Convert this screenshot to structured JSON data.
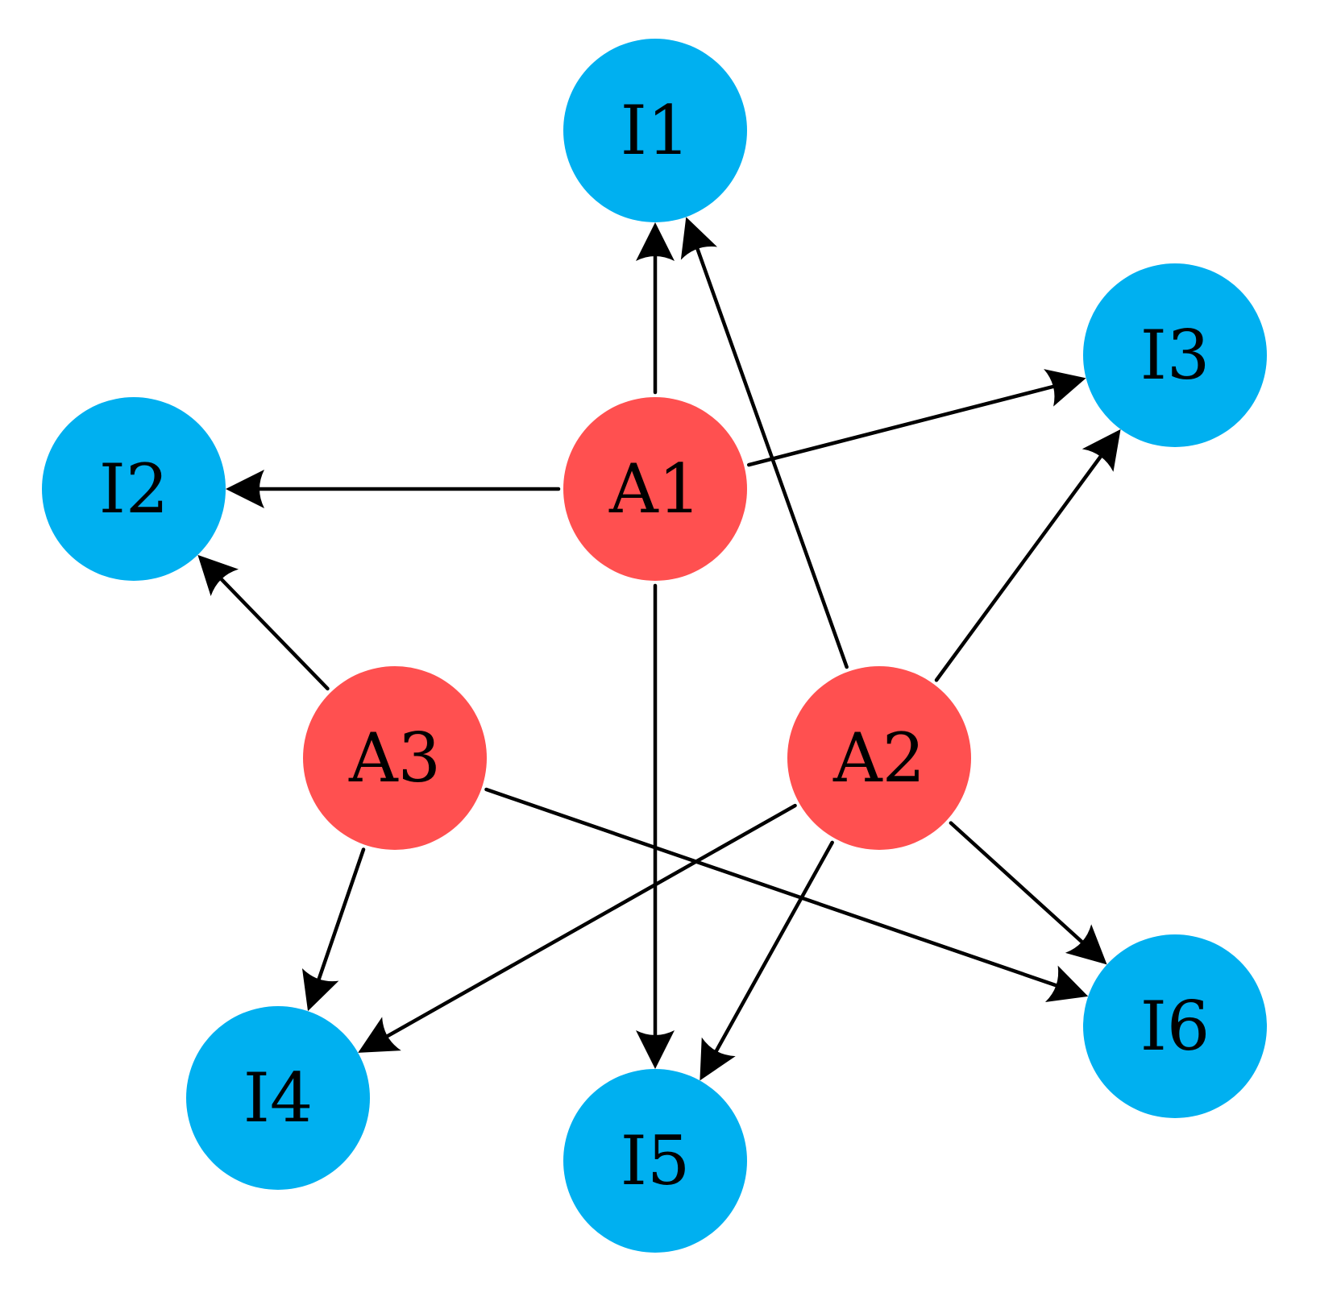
{
  "colors": {
    "agent_node": "#FF5050",
    "item_node": "#00B0F0",
    "edge": "#000000"
  },
  "nodes": [
    {
      "id": "I1",
      "label": "I1",
      "kind": "item"
    },
    {
      "id": "I2",
      "label": "I2",
      "kind": "item"
    },
    {
      "id": "I3",
      "label": "I3",
      "kind": "item"
    },
    {
      "id": "I4",
      "label": "I4",
      "kind": "item"
    },
    {
      "id": "I5",
      "label": "I5",
      "kind": "item"
    },
    {
      "id": "I6",
      "label": "I6",
      "kind": "item"
    },
    {
      "id": "A1",
      "label": "A1",
      "kind": "agent"
    },
    {
      "id": "A2",
      "label": "A2",
      "kind": "agent"
    },
    {
      "id": "A3",
      "label": "A3",
      "kind": "agent"
    }
  ],
  "edges": [
    {
      "from": "A1",
      "to": "I1"
    },
    {
      "from": "A1",
      "to": "I2"
    },
    {
      "from": "A1",
      "to": "I3"
    },
    {
      "from": "A1",
      "to": "I5"
    },
    {
      "from": "A2",
      "to": "I1"
    },
    {
      "from": "A2",
      "to": "I3"
    },
    {
      "from": "A2",
      "to": "I4"
    },
    {
      "from": "A2",
      "to": "I5"
    },
    {
      "from": "A2",
      "to": "I6"
    },
    {
      "from": "A3",
      "to": "I2"
    },
    {
      "from": "A3",
      "to": "I4"
    },
    {
      "from": "A3",
      "to": "I6"
    }
  ]
}
